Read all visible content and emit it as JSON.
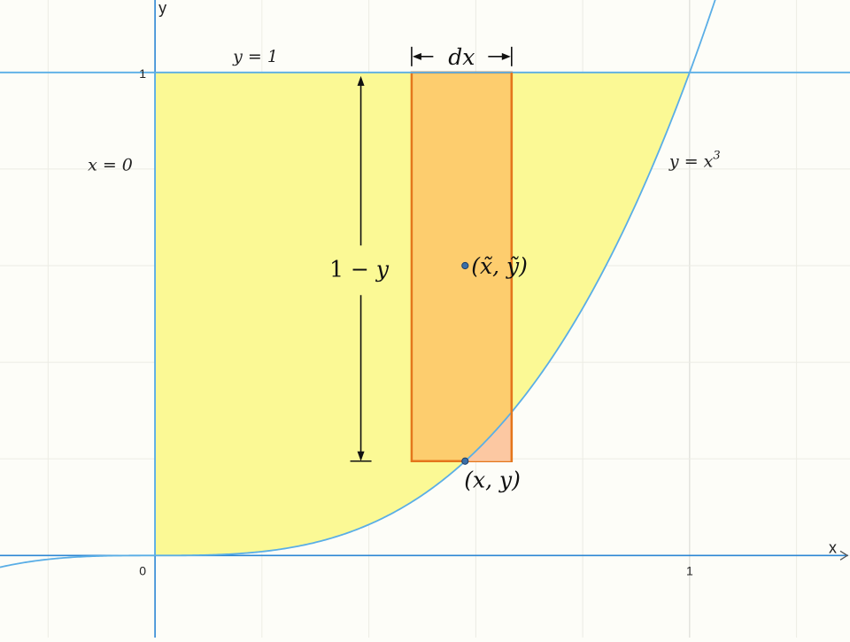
{
  "figure": {
    "axes": {
      "x_name": "x",
      "y_name": "y",
      "x_ticks": [
        {
          "value": 1,
          "label": "1"
        }
      ],
      "y_ticks": [
        {
          "value": 1,
          "label": "1"
        }
      ],
      "origin_label": "0",
      "x_range": [
        -0.29,
        1.3
      ],
      "y_range": [
        -0.17,
        1.15
      ]
    },
    "curves": [
      {
        "id": "curve",
        "expr": "x^3",
        "label_base": "y = x",
        "label_exp": "3",
        "color": "#5aaee6"
      },
      {
        "id": "top",
        "label": "y = 1",
        "color": "#5aaee6"
      },
      {
        "id": "left",
        "label": "x = 0",
        "color": "#5aaee6"
      }
    ],
    "region": {
      "bounds": "x=0 .. 1, y=x^3 .. 1",
      "fill": "#fbf995"
    },
    "strip": {
      "x_left": 0.48,
      "x_right": 0.667,
      "y_bottom": 0.1953,
      "y_top": 1,
      "fill": "#fdcd6e",
      "stroke": "#e4761c",
      "width_label": "dx",
      "height_label_num": "1 − ",
      "height_label_var": "y",
      "excess_fill": "#fcc8a2"
    },
    "points": [
      {
        "id": "P",
        "x": 0.58,
        "y": 0.1953,
        "label": "(x, y)"
      },
      {
        "id": "C",
        "x": 0.58,
        "y": 0.6,
        "label": "(x̃, ỹ)"
      }
    ],
    "colors": {
      "axis": "#2c86d4",
      "grid": "#ecece4",
      "background": "#fdfdf8"
    }
  }
}
